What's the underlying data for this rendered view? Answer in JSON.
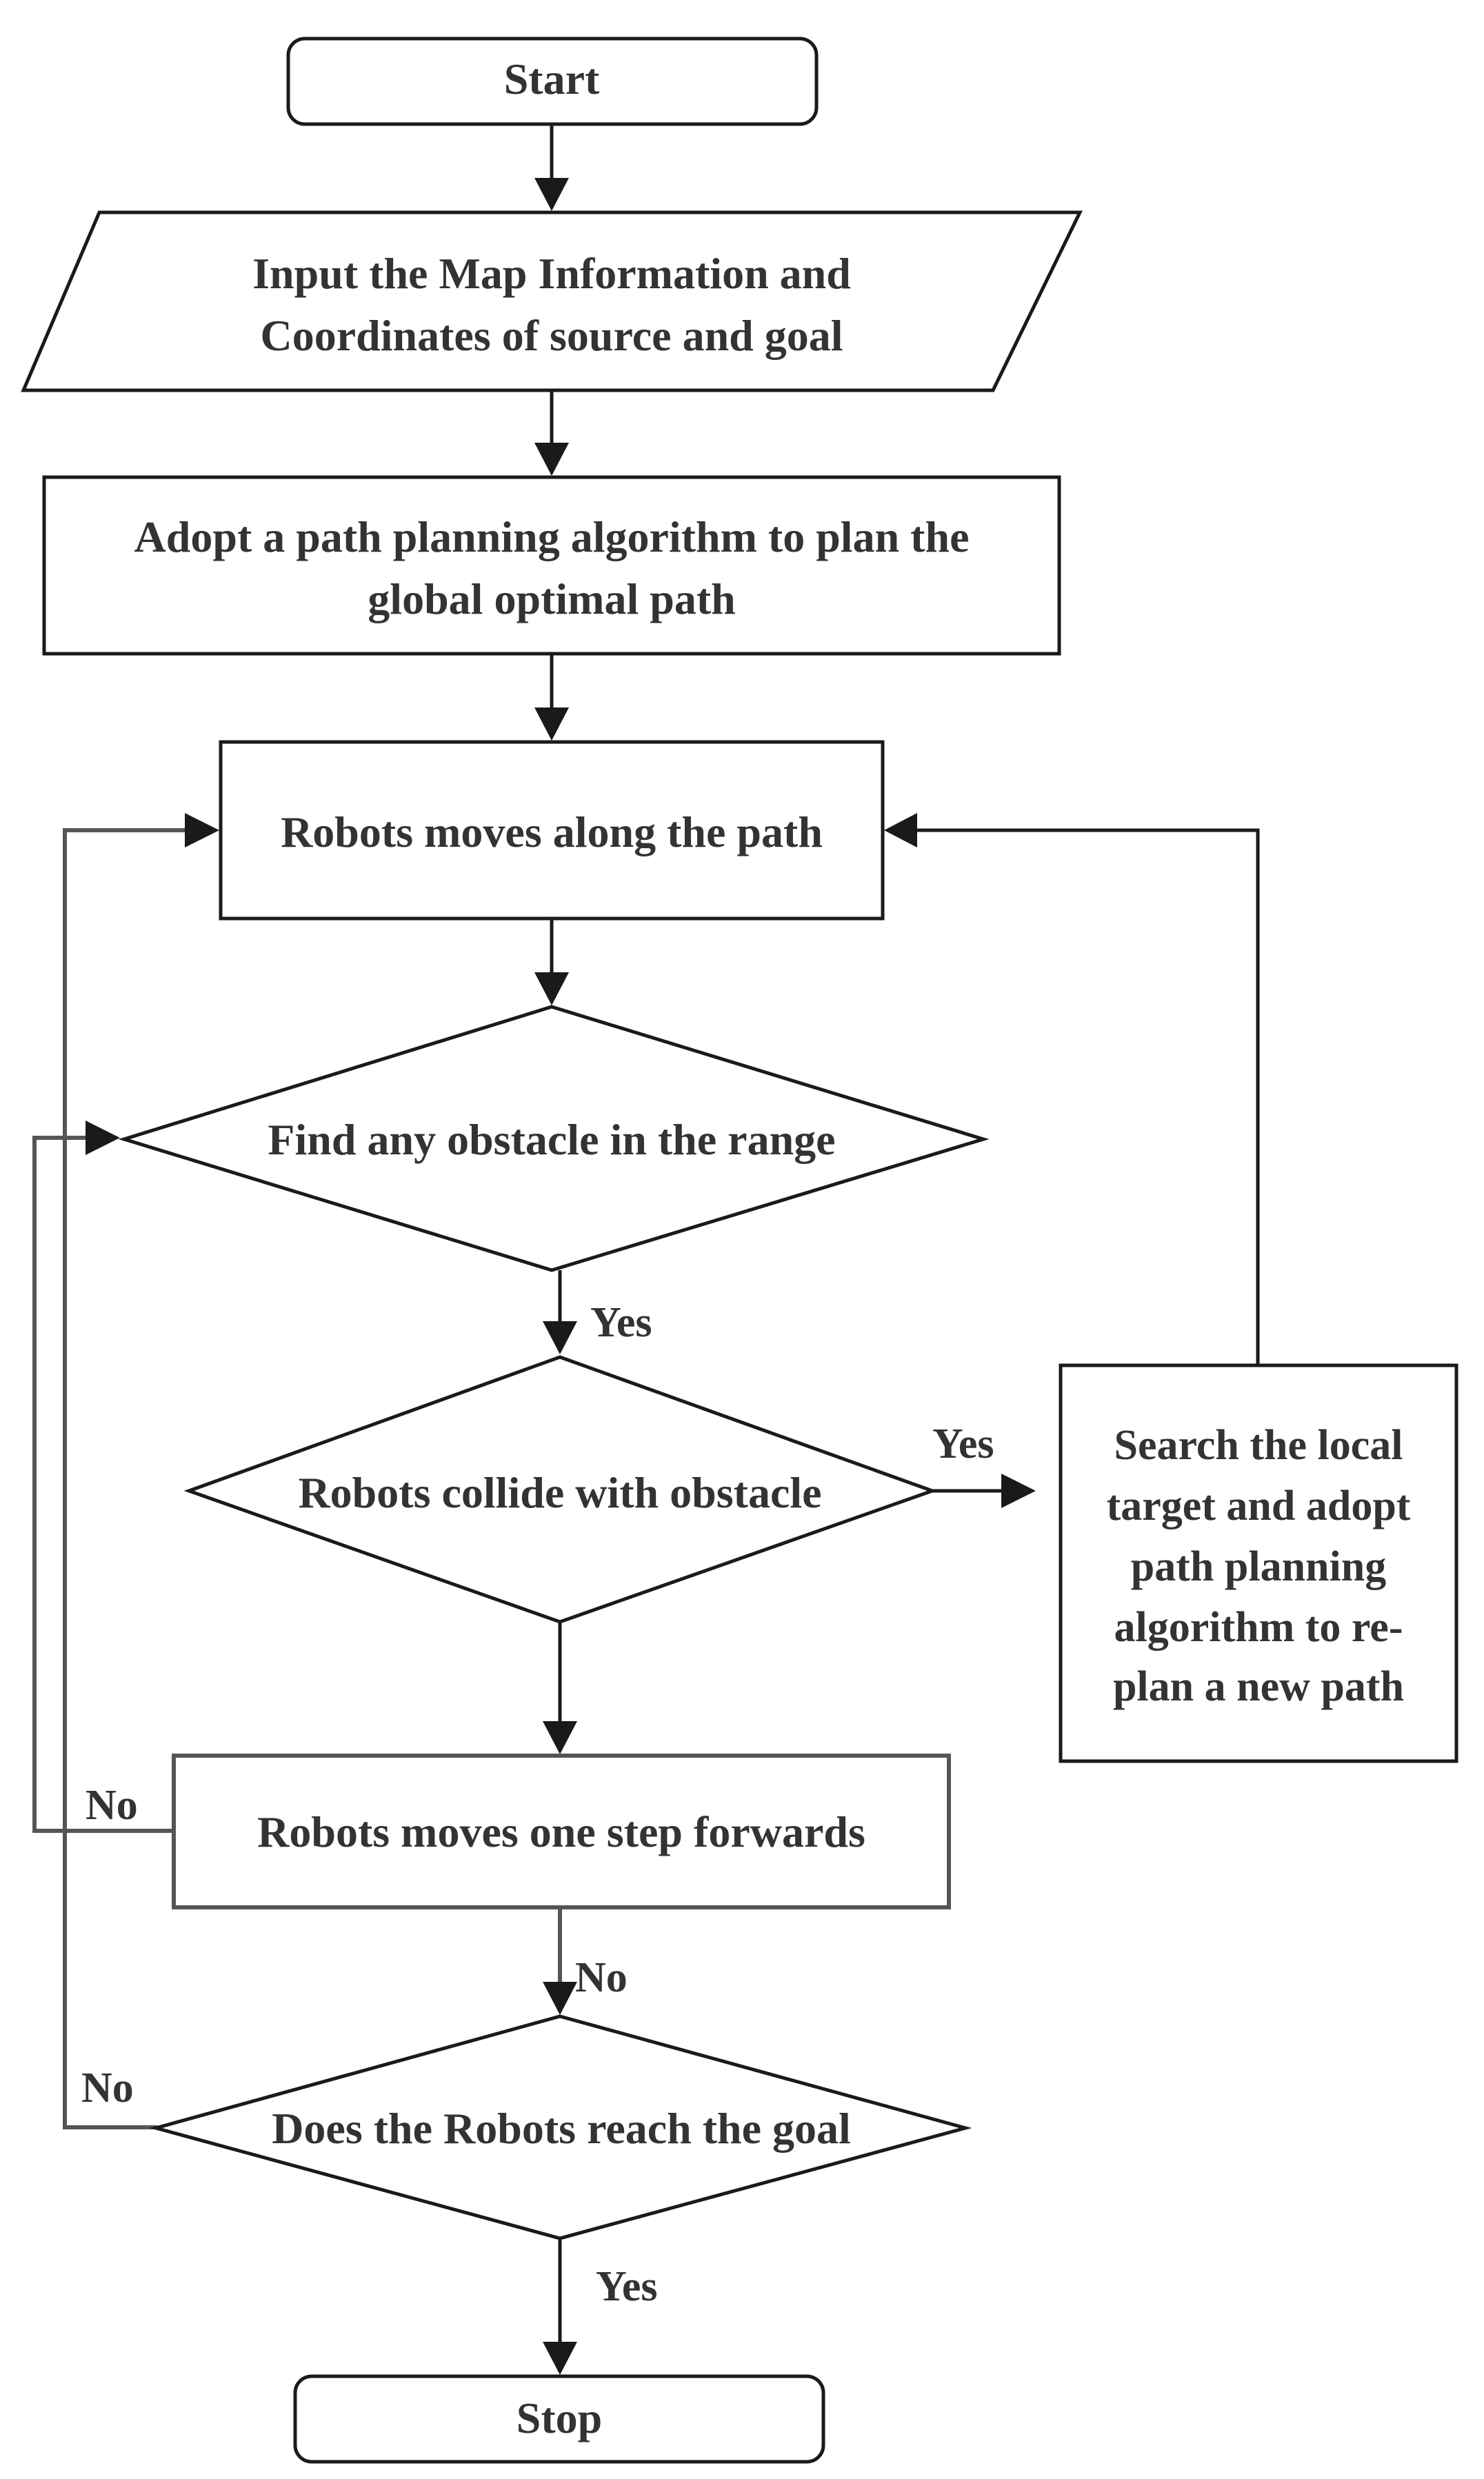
{
  "flowchart": {
    "start": {
      "label": "Start"
    },
    "input": {
      "line1": "Input the Map Information and",
      "line2": "Coordinates of source and goal"
    },
    "plan_global": {
      "line1": "Adopt a path planning algorithm to plan the",
      "line2": "global optimal path"
    },
    "move_path": {
      "label": "Robots moves along the path"
    },
    "find_obstacle": {
      "label": "Find any obstacle in the range"
    },
    "collide": {
      "label": "Robots collide with obstacle"
    },
    "replan": {
      "line1": "Search the local",
      "line2": "target and adopt",
      "line3": "path planning",
      "line4": "algorithm to re-",
      "line5": "plan a new path"
    },
    "move_step": {
      "label": "Robots moves one step forwards"
    },
    "reach_goal": {
      "label": "Does the Robots reach the goal"
    },
    "stop": {
      "label": "Stop"
    },
    "edge_labels": {
      "find_yes": "Yes",
      "collide_yes": "Yes",
      "step_no_left": "No",
      "step_no_down": "No",
      "goal_no": "No",
      "goal_yes": "Yes"
    }
  }
}
